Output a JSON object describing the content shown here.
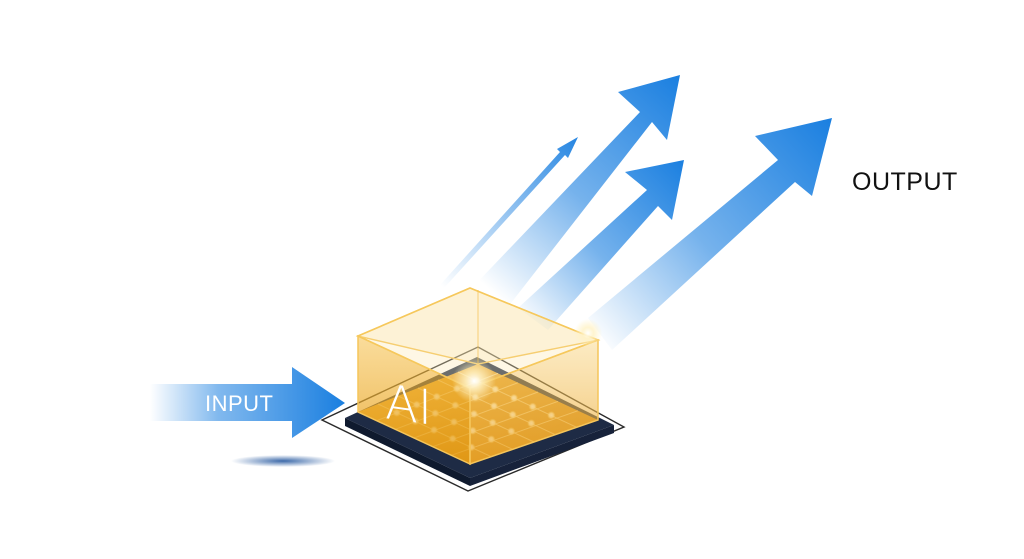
{
  "labels": {
    "input": "INPUT",
    "output": "OUTPUT",
    "chip": "AI"
  },
  "icons": {
    "chip": "ai-chip-icon",
    "input_arrow": "arrow-right-icon",
    "output_arrows": "arrow-up-right-icon"
  },
  "colors": {
    "arrow": "#1a7fe0",
    "chip_gold": "#e9a21c",
    "chip_base": "#1e2b45",
    "glow": "#fff2c4",
    "text_dark": "#111111"
  }
}
